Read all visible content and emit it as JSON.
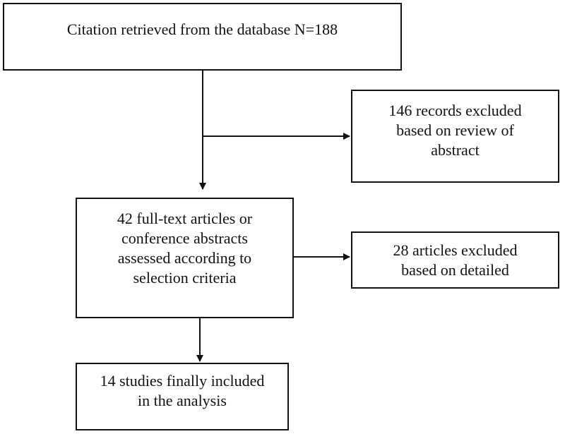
{
  "flowchart": {
    "boxes": {
      "citation": {
        "lines": [
          "Citation retrieved from the database N=188"
        ]
      },
      "abstract_excluded": {
        "lines": [
          "146 records excluded",
          "based on review of",
          "abstract"
        ]
      },
      "fulltext": {
        "lines": [
          "42 full-text articles or",
          "conference abstracts",
          "assessed according to",
          "selection criteria"
        ]
      },
      "detailed_excluded": {
        "lines": [
          "28 articles excluded",
          "based on detailed"
        ]
      },
      "included": {
        "lines": [
          "14 studies finally included",
          "in the analysis"
        ]
      }
    }
  }
}
